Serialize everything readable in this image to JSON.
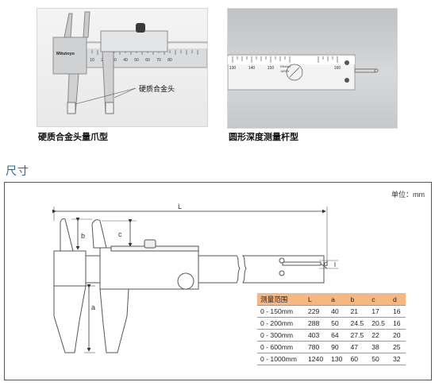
{
  "photos": {
    "left": {
      "caption": "硬质合金头量爪型",
      "callout": "硬质合金头",
      "brand": "Mitutoyo",
      "scale_numbers": [
        "10",
        "20",
        "30",
        "40",
        "50",
        "60",
        "70",
        "80"
      ]
    },
    "right": {
      "caption": "圆形深度测量杆型",
      "scale_numbers": [
        "130",
        "140",
        "150",
        "160"
      ],
      "small_text": [
        "Mitutoyo",
        "JAPAN"
      ]
    }
  },
  "section_title": "尺寸",
  "diagram": {
    "unit_label": "单位：mm",
    "dimension_labels": {
      "L": "L",
      "a": "a",
      "b": "b",
      "c": "c",
      "d": "d"
    }
  },
  "table": {
    "headers": [
      "测量范围",
      "L",
      "a",
      "b",
      "c",
      "d"
    ],
    "rows": [
      [
        "0 - 150mm",
        "229",
        "40",
        "21",
        "17",
        "16"
      ],
      [
        "0 - 200mm",
        "288",
        "50",
        "24.5",
        "20.5",
        "16"
      ],
      [
        "0 - 300mm",
        "403",
        "64",
        "27.5",
        "22",
        "20"
      ],
      [
        "0 - 600mm",
        "780",
        "90",
        "47",
        "38",
        "25"
      ],
      [
        "0 - 1000mm",
        "1240",
        "130",
        "60",
        "50",
        "32"
      ]
    ]
  },
  "colors": {
    "title_blue": "#1f67ad",
    "table_header": "#f6b783"
  }
}
